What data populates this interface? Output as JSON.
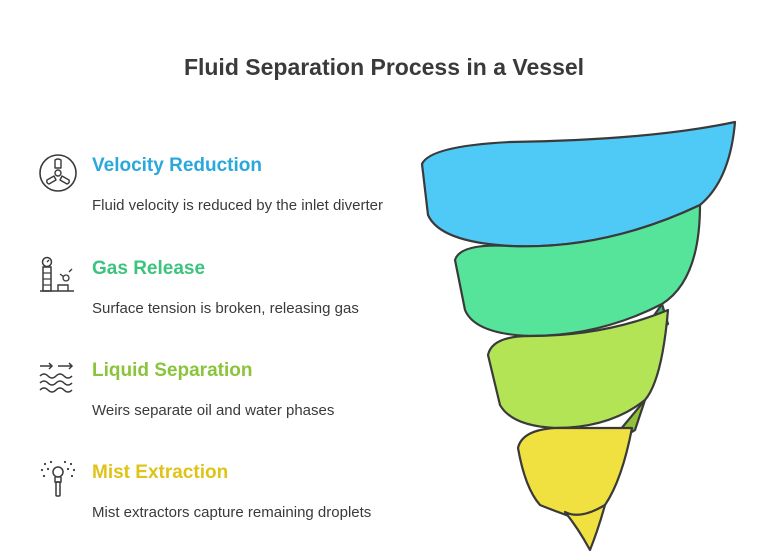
{
  "title": "Fluid Separation Process in a Vessel",
  "steps": [
    {
      "heading": "Velocity Reduction",
      "description": "Fluid velocity is reduced by the inlet diverter",
      "color": "#29a8dc",
      "icon": "fan-diverter-icon"
    },
    {
      "heading": "Gas Release",
      "description": "Surface tension is broken, releasing gas",
      "color": "#3cc47f",
      "icon": "gauge-valve-icon"
    },
    {
      "heading": "Liquid Separation",
      "description": "Weirs separate oil and water phases",
      "color": "#8ac43a",
      "icon": "waves-arrows-icon"
    },
    {
      "heading": "Mist Extraction",
      "description": "Mist extractors capture remaining droplets",
      "color": "#e0c318",
      "icon": "sprinkler-icon"
    }
  ],
  "funnel_colors": [
    "#4fc9f5",
    "#56e39a",
    "#b2e455",
    "#f0e141"
  ]
}
